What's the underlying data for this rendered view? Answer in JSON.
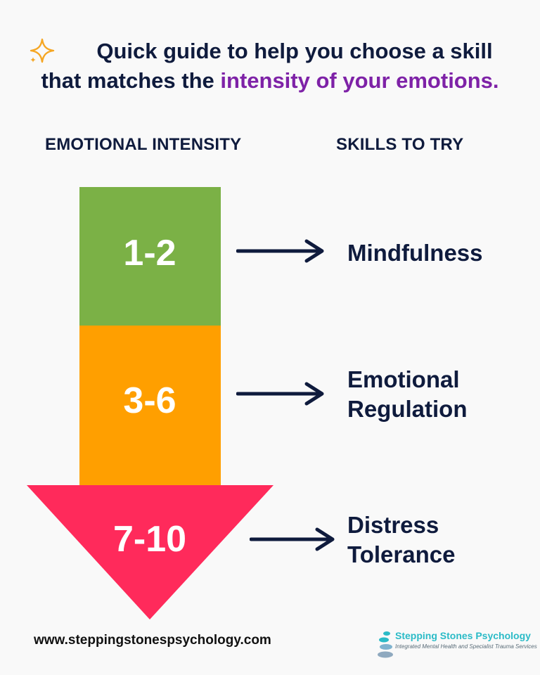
{
  "header": {
    "line1": "Quick guide to help you choose a skill",
    "line2_prefix": "that matches the ",
    "line2_accent": "intensity of your emotions.",
    "accent_color": "#7e22a7",
    "icon": "sparkle-icon"
  },
  "columns": {
    "left": "EMOTIONAL INTENSITY",
    "right": "SKILLS TO TRY"
  },
  "levels": [
    {
      "range": "1-2",
      "color": "#7bb146",
      "skill_lines": [
        "Mindfulness"
      ]
    },
    {
      "range": "3-6",
      "color": "#ff9f00",
      "skill_lines": [
        "Emotional",
        "Regulation"
      ]
    },
    {
      "range": "7-10",
      "color": "#ff2a5b",
      "skill_lines": [
        "Distress",
        "Tolerance"
      ]
    }
  ],
  "footer": {
    "url": "www.steppingstonespsychology.com",
    "brand_name": "Stepping Stones Psychology",
    "brand_tagline": "Integrated Mental Health and Specialist Trauma Services",
    "brand_color": "#2bbbc7"
  }
}
